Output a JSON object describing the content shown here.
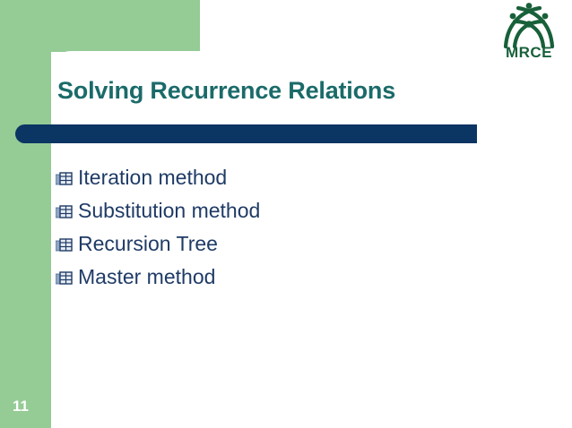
{
  "slide": {
    "title": "Solving Recurrence Relations",
    "page_number": "11",
    "bullets": [
      {
        "label": "Iteration method",
        "icon": "window-grid-bullet-icon"
      },
      {
        "label": "Substitution method",
        "icon": "window-grid-bullet-icon"
      },
      {
        "label": "Recursion Tree",
        "icon": "window-grid-bullet-icon"
      },
      {
        "label": "Master method",
        "icon": "window-grid-bullet-icon"
      }
    ],
    "logo": {
      "text": "MRCE",
      "icon": "mrce-people-arcs-logo-icon"
    },
    "colors": {
      "green_accent": "#95CB95",
      "navy_bar": "#0B3563",
      "title_teal": "#1A6B69",
      "body_navy": "#1F3B66",
      "logo_green": "#18603A",
      "background": "#FFFFFF"
    }
  }
}
